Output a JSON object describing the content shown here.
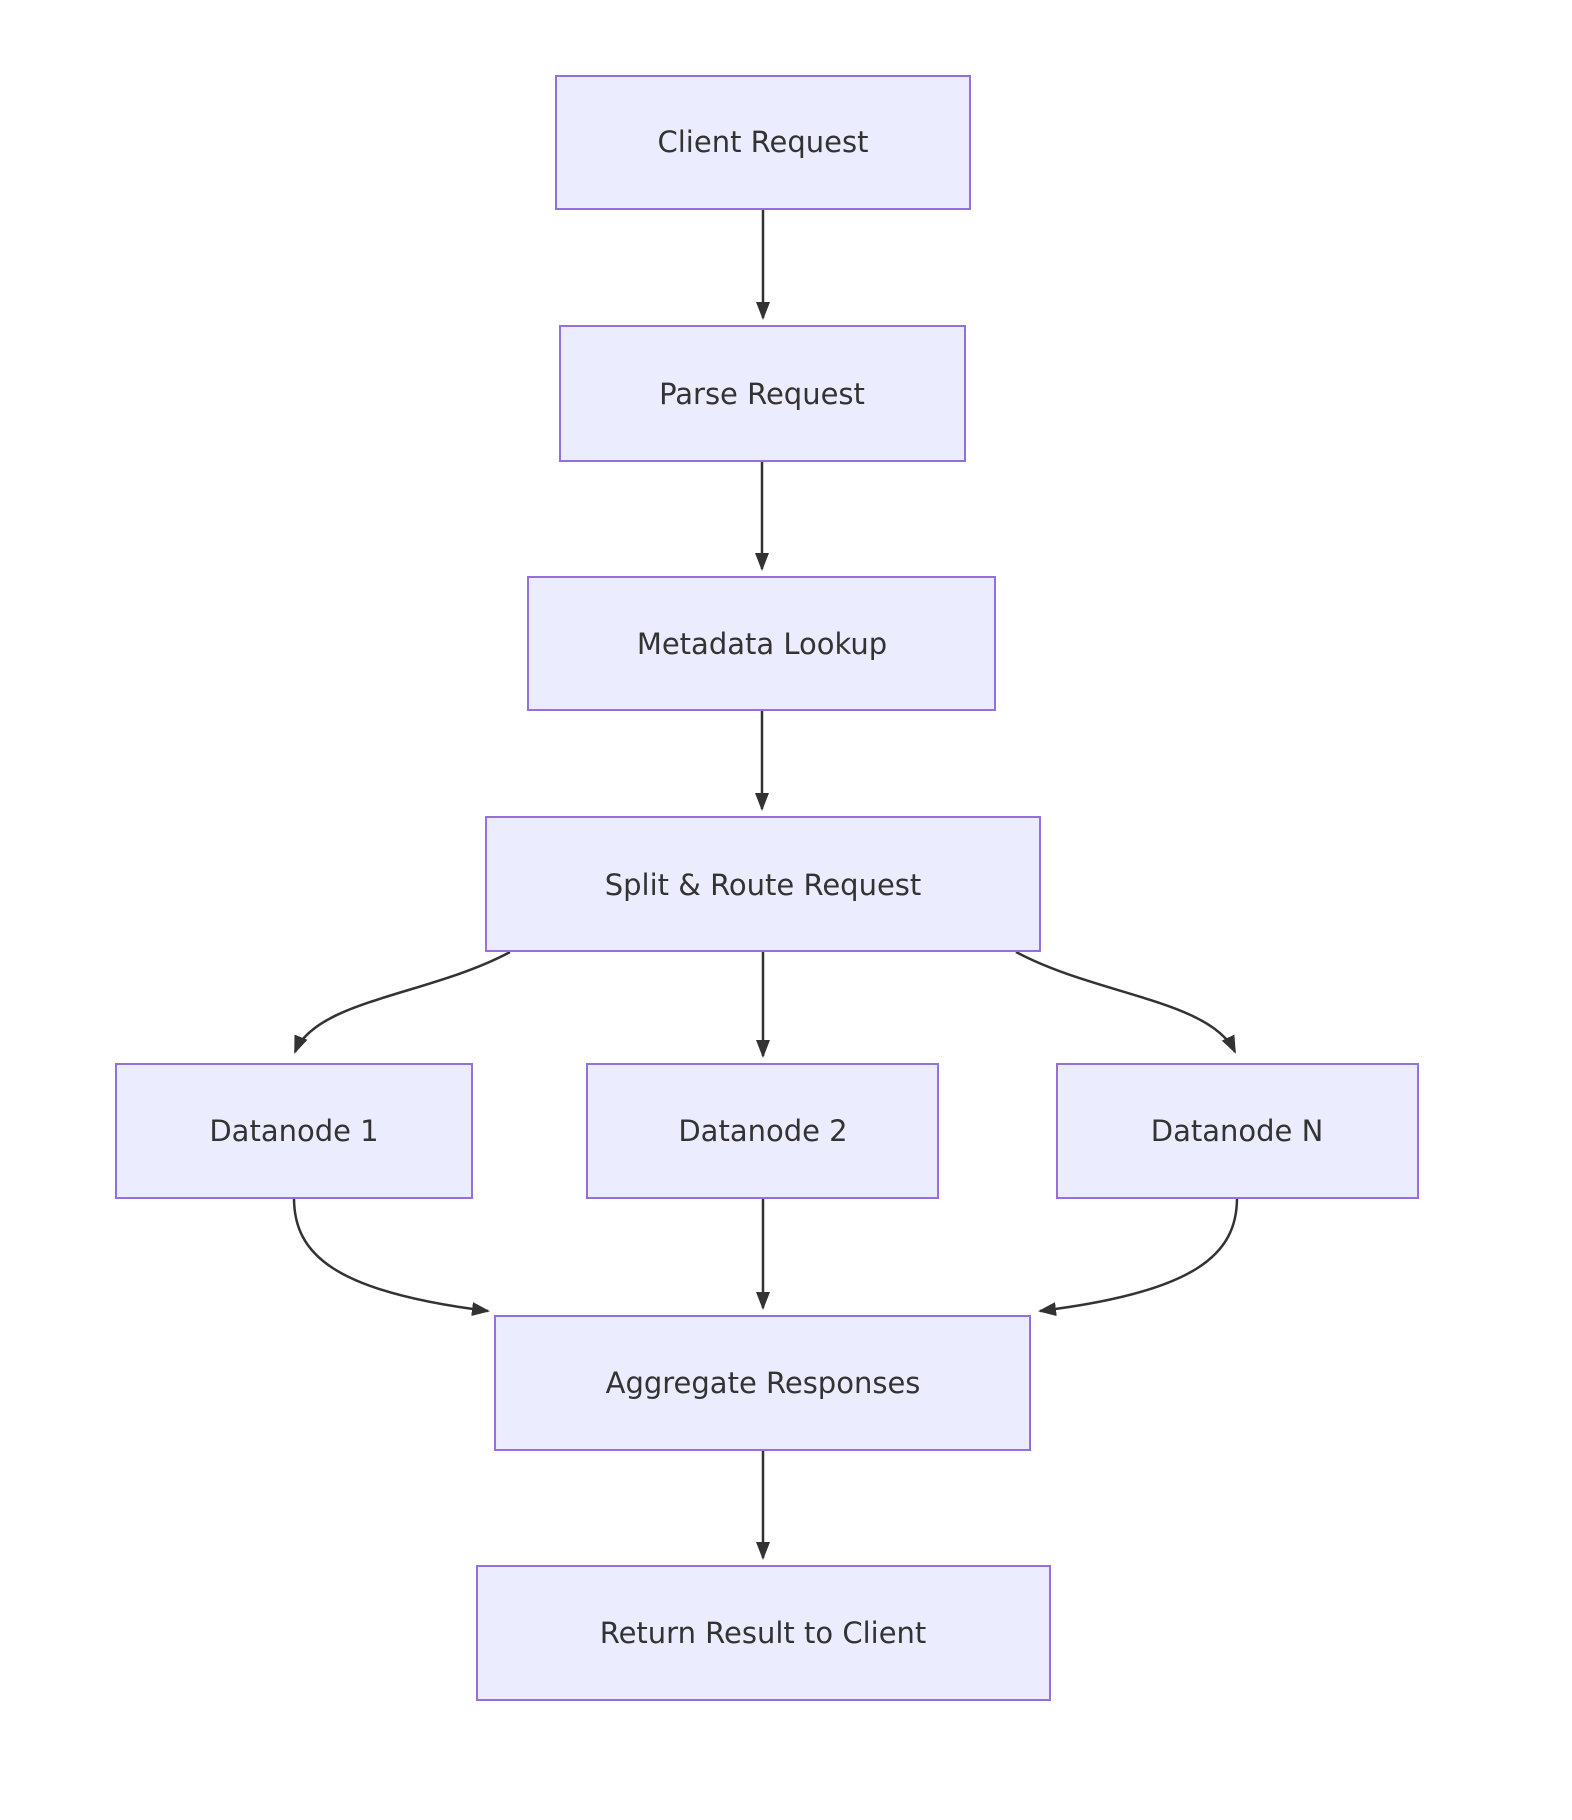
{
  "theme": {
    "node_fill": "#ECECFF",
    "node_border": "#9370DB",
    "text_color": "#333333",
    "edge_color": "#333333",
    "bg_color": "#FFFFFF"
  },
  "diagram": {
    "type": "flowchart",
    "direction": "top-down",
    "nodes": [
      {
        "id": "client-request",
        "label": "Client Request"
      },
      {
        "id": "parse-request",
        "label": "Parse Request"
      },
      {
        "id": "metadata-lookup",
        "label": "Metadata Lookup"
      },
      {
        "id": "split-route",
        "label": "Split & Route Request"
      },
      {
        "id": "datanode-1",
        "label": "Datanode 1"
      },
      {
        "id": "datanode-2",
        "label": "Datanode 2"
      },
      {
        "id": "datanode-n",
        "label": "Datanode N"
      },
      {
        "id": "aggregate",
        "label": "Aggregate Responses"
      },
      {
        "id": "return-result",
        "label": "Return Result to Client"
      }
    ],
    "edges": [
      {
        "from": "client-request",
        "to": "parse-request"
      },
      {
        "from": "parse-request",
        "to": "metadata-lookup"
      },
      {
        "from": "metadata-lookup",
        "to": "split-route"
      },
      {
        "from": "split-route",
        "to": "datanode-1"
      },
      {
        "from": "split-route",
        "to": "datanode-2"
      },
      {
        "from": "split-route",
        "to": "datanode-n"
      },
      {
        "from": "datanode-1",
        "to": "aggregate"
      },
      {
        "from": "datanode-2",
        "to": "aggregate"
      },
      {
        "from": "datanode-n",
        "to": "aggregate"
      },
      {
        "from": "aggregate",
        "to": "return-result"
      }
    ]
  }
}
